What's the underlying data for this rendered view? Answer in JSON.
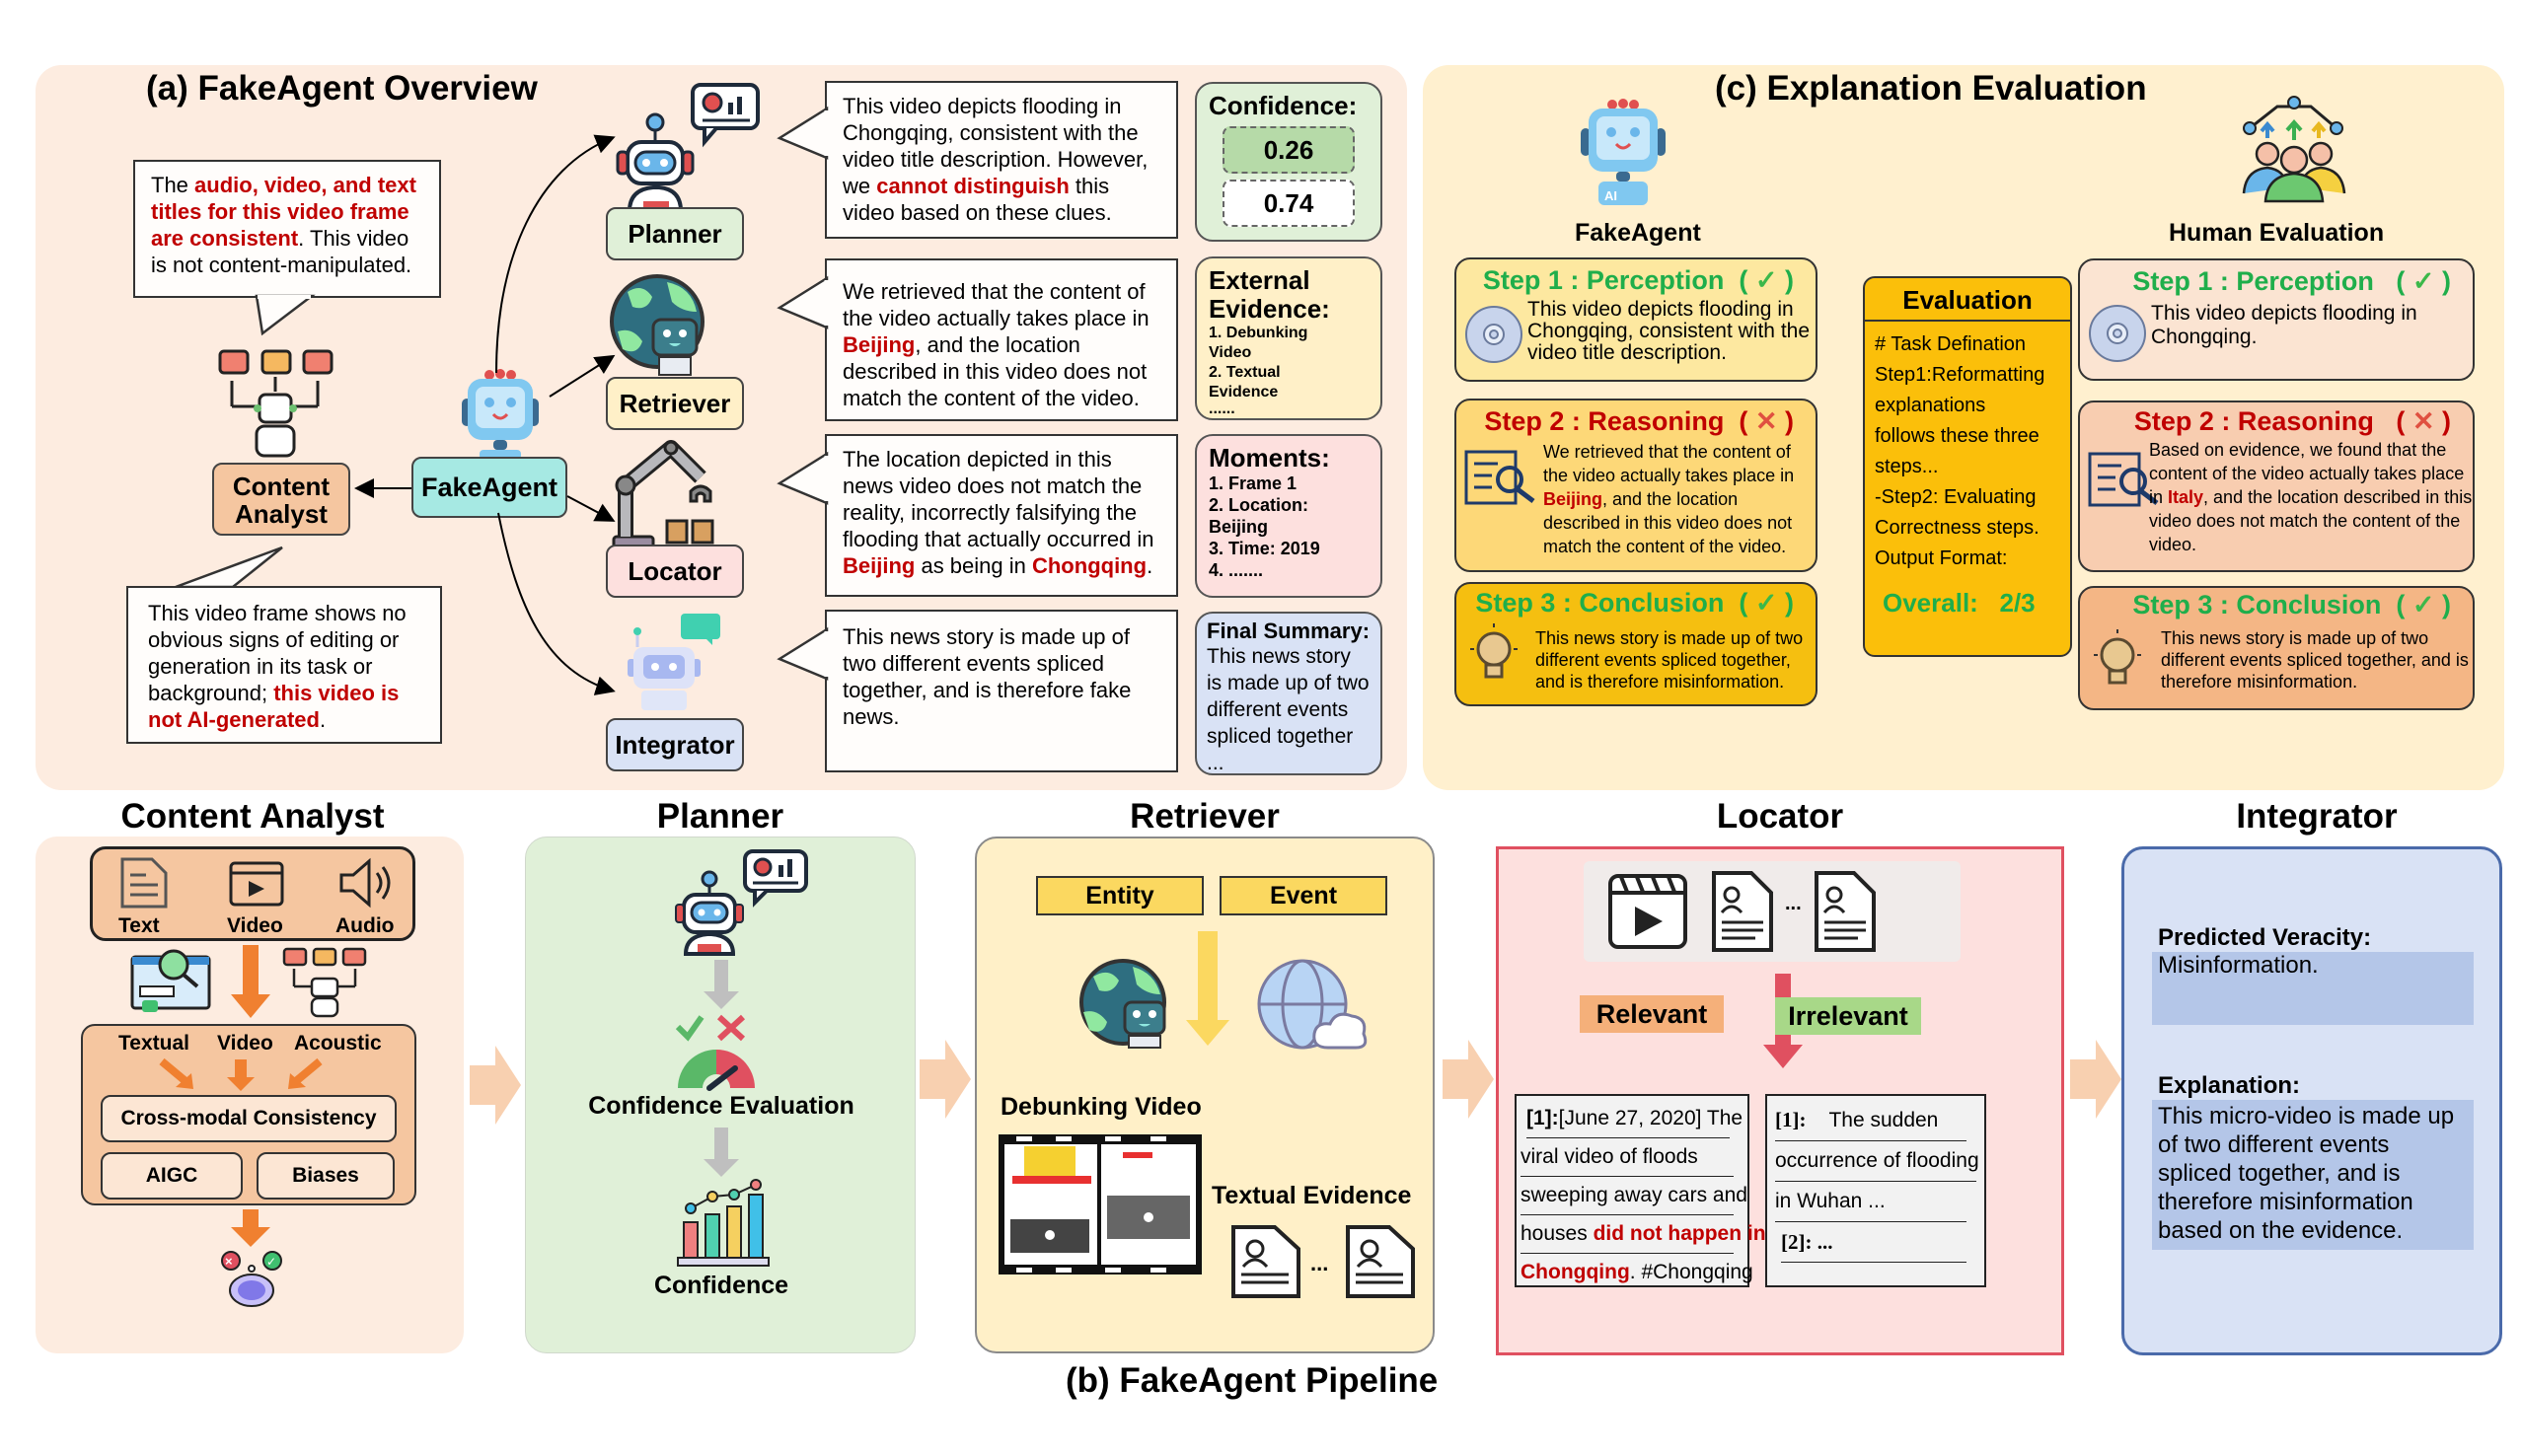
{
  "overview": {
    "title": "(a)  FakeAgent Overview",
    "center_agent": "FakeAgent",
    "content_analyst": {
      "label_line1": "Content",
      "label_line2": "Analyst",
      "bubble_top": {
        "pre": "The ",
        "highlight": "audio, video, and text titles for this video frame are consistent",
        "post": ". This video is not content-manipulated."
      },
      "bubble_bottom": {
        "pre": "This video frame shows no obvious signs of editing or generation in its task or background; ",
        "highlight": "this video is not AI-generated",
        "post": "."
      }
    },
    "agents": [
      {
        "name": "Planner",
        "bubble": {
          "pre": "This video depicts flooding in Chongqing, consistent with the video title description. However, we ",
          "h1": "cannot distinguish",
          "mid": " this video based on these clues.",
          "h2": "",
          "post": ""
        }
      },
      {
        "name": "Retriever",
        "bubble": {
          "pre": "We retrieved that the content of the video actually takes place in ",
          "h1": "Beijing",
          "mid": ", and the location described in this video does not match the content of the video.",
          "h2": "",
          "post": ""
        }
      },
      {
        "name": "Locator",
        "bubble": {
          "pre": "The location depicted in this news video does not match the reality, incorrectly falsifying the flooding that actually occurred in ",
          "h1": "Beijing",
          "mid": " as being in ",
          "h2": "Chongqing",
          "post": "."
        }
      },
      {
        "name": "Integrator",
        "bubble": {
          "pre": "This news story is made up of two different events spliced together, and is therefore fake news.",
          "h1": "",
          "mid": "",
          "h2": "",
          "post": ""
        }
      }
    ],
    "confidence": {
      "title": "Confidence:",
      "values": [
        "0.26",
        "0.74"
      ]
    },
    "external_evidence": {
      "title_line1": "External",
      "title_line2": "Evidence:",
      "items": [
        "1.  Debunking",
        "Video",
        "2.  Textual",
        "Evidence",
        "......"
      ]
    },
    "moments": {
      "title": "Moments:",
      "items": [
        "1. Frame 1",
        "2.  Location:",
        "Beijing",
        "3. Time: 2019",
        "4.  ......."
      ]
    },
    "final_summary": {
      "title": "Final Summary:",
      "text": "This news story is made up of two different events spliced together ..."
    }
  },
  "evaluation": {
    "title": "(c)  Explanation Evaluation",
    "fakeagent_label": "FakeAgent",
    "human_label": "Human Evaluation",
    "fakeagent_steps": [
      {
        "title": "Step 1 : Perception",
        "verdict": "check",
        "text_pre": "This video depicts flooding in Chongqing, consistent with the video title description.",
        "highlight": "",
        "text_post": ""
      },
      {
        "title": "Step 2 : Reasoning",
        "verdict": "cross",
        "text_pre": "We retrieved that the content of the video actually takes place in ",
        "highlight": "Beijing",
        "text_post": ", and the location described in this video does not match the content of the video."
      },
      {
        "title": "Step 3 : Conclusion",
        "verdict": "check",
        "text_pre": "This news story is made up of two different events spliced together, and is therefore misinformation.",
        "highlight": "",
        "text_post": ""
      }
    ],
    "human_steps": [
      {
        "title": "Step 1 : Perception",
        "verdict": "check",
        "text_pre": "This video depicts flooding in Chongqing.",
        "highlight": "",
        "text_post": ""
      },
      {
        "title": "Step 2 : Reasoning",
        "verdict": "cross",
        "text_pre": "Based on evidence, we found that the content of the video actually takes place in ",
        "highlight": "Italy",
        "text_post": ", and the location described in this video does not match the content of the video."
      },
      {
        "title": "Step 3 : Conclusion",
        "verdict": "check",
        "text_pre": "This news story is made up of two different events spliced together, and is therefore misinformation.",
        "highlight": "",
        "text_post": ""
      }
    ],
    "verdict_glyphs": {
      "check": "✓",
      "cross": "✕"
    },
    "evaluator": {
      "title": "Evaluation",
      "lines": [
        "# Task Defination",
        "Step1:Reformatting",
        "explanations",
        "follows these three",
        "steps...",
        "-Step2: Evaluating",
        "Correctness steps.",
        "Output Format:"
      ],
      "overall_label": "Overall:",
      "overall_value": "2/3"
    }
  },
  "pipeline": {
    "title": "(b)  FakeAgent Pipeline",
    "content_analyst": {
      "title": "Content Analyst",
      "modalities": [
        "Text",
        "Video",
        "Audio"
      ],
      "features": [
        "Textual",
        "Video",
        "Acoustic"
      ],
      "checks": [
        "Cross-modal Consistency",
        "AIGC",
        "Biases"
      ]
    },
    "planner": {
      "title": "Planner",
      "step1": "Confidence Evaluation",
      "step2": "Confidence"
    },
    "retriever": {
      "title": "Retriever",
      "queries": [
        "Entity",
        "Event"
      ],
      "debunking_label": "Debunking Video",
      "textual_label": "Textual Evidence",
      "ellipsis": "..."
    },
    "locator": {
      "title": "Locator",
      "ellipsis": "...",
      "relevant": "Relevant",
      "irrelevant": "Irrelevant",
      "relevant_doc": {
        "lines": [
          {
            "prefix": "[1]:",
            "pre": "[June 27, 2020] The",
            "highlight": "",
            "post": ""
          },
          {
            "prefix": "",
            "pre": "viral video of floods",
            "highlight": "",
            "post": ""
          },
          {
            "prefix": "",
            "pre": "sweeping away cars and",
            "highlight": "",
            "post": ""
          },
          {
            "prefix": "",
            "pre": "houses ",
            "highlight": "did not happen in",
            "post": ""
          },
          {
            "prefix": "",
            "pre": "",
            "highlight": "Chongqing",
            "post": ". #Chongqing"
          }
        ]
      },
      "irrelevant_doc": {
        "lines": [
          {
            "prefix": "[1]:",
            "pre": "    The sudden",
            "highlight": "",
            "post": ""
          },
          {
            "prefix": "",
            "pre": "occurrence of flooding",
            "highlight": "",
            "post": ""
          },
          {
            "prefix": "",
            "pre": "in Wuhan ...",
            "highlight": "",
            "post": ""
          },
          {
            "prefix": "[2]:",
            "pre": " ...",
            "highlight": "",
            "post": ""
          }
        ]
      }
    },
    "integrator": {
      "title": "Integrator",
      "veracity_label": "Predicted Veracity:",
      "veracity_value": "Misinformation.",
      "explanation_label": "Explanation:",
      "explanation_value": "This micro-video is made up of two different events spliced together, and is therefore misinformation based on the evidence."
    }
  },
  "colors": {
    "highlight_red": "#c00000",
    "step_green": "#1fae4b",
    "overview_bg": "#fdece0",
    "evaluation_bg": "#fff0cf",
    "planner_bg": "#e0f0d8",
    "retriever_bg": "#fff0c8",
    "locator_bg": "#fde0de",
    "integrator_bg": "#d9e2f5",
    "fakeagent_bg": "#a6e9e3"
  }
}
